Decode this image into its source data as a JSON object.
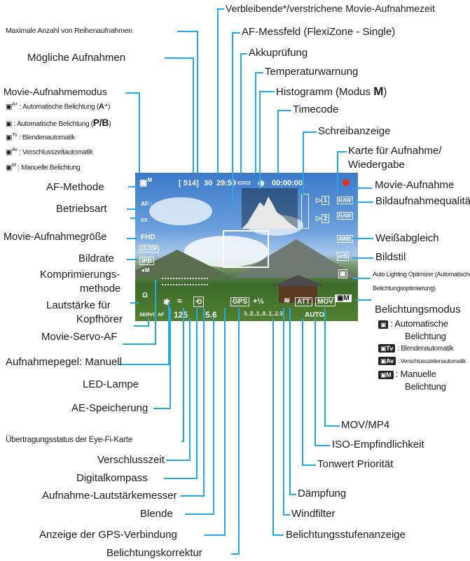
{
  "labels_left": {
    "max_burst": "Maximale Anzahl von Reihenaufnahmen",
    "possible_shots": "Mögliche Aufnahmen",
    "movie_mode": "Movie-Aufnahmemodus",
    "mode_auto_plus": "Automatische Belichtung (",
    "mode_auto_pb": "Automatische Belichtung (",
    "mode_pb_value": "P/B",
    "mode_av": "Blendenautomatik",
    "mode_tv": "Verschlusszeitautomatik",
    "mode_m": "Manuelle Belichtung",
    "af_method": "AF-Methode",
    "drive_mode": "Betriebsart",
    "movie_size": "Movie-Aufnahmegröße",
    "frame_rate": "Bildrate",
    "compression_1": "Komprimierungs-",
    "compression_2": "methode",
    "headphone_1": "Lautstärke für",
    "headphone_2": "Kopfhörer",
    "servo_af": "Movie-Servo-AF",
    "rec_level": "Aufnahmepegel: Manuell",
    "led": "LED-Lampe",
    "ae_lock": "AE-Speicherung",
    "eyefi": "Übertragungsstatus der Eye-Fi-Karte",
    "shutter": "Verschlusszeit",
    "compass": "Digitalkompass",
    "level_meter": "Aufnahme-Lautstärkemesser",
    "aperture": "Blende",
    "gps": "Anzeige der GPS-Verbindung",
    "exp_comp": "Belichtungskorrektur"
  },
  "labels_top": {
    "remaining_time": "Verbleibende*/verstrichene Movie-Aufnahmezeit",
    "af_point": "AF-Messfeld (FlexiZone - Single)",
    "battery": "Akkuprüfung",
    "temp": "Temperaturwarnung",
    "histogram": "Histogramm (Modus ",
    "histogram_m": "M",
    "timecode": "Timecode",
    "writing": "Schreibanzeige",
    "card_1": "Karte für Aufnahme/",
    "card_2": "Wiedergabe"
  },
  "labels_right": {
    "movie_rec": "Movie-Aufnahme",
    "quality": "Bildaufnahmequalität",
    "wb": "Weißabgleich",
    "style": "Bildstil",
    "alo": "Auto Lighting Optimizer (Automatische",
    "alo_2": "Belichtungsoptimierung)",
    "exposure_mode": "Belichtungsmodus",
    "em_auto_1": "Automatische",
    "em_auto_2": "Belichtung",
    "em_av": "Blendenautomatik",
    "em_tv": "Verschlusszeitenautomatik",
    "em_m_1": "Manuelle",
    "em_m_2": "Belichtung"
  },
  "labels_bottom": {
    "movmp4": "MOV/MP4",
    "iso": "ISO-Empfindlichkeit",
    "tone": "Tonwert Priorität",
    "attenuator": "Dämpfung",
    "wind": "Windfilter",
    "exp_scale": "Belichtungsstufenanzeige"
  },
  "osd": {
    "shots": "514",
    "burst": "30",
    "time": "29:59",
    "timecode": "00:00:00.",
    "af": "AF□",
    "fhd": "FHD",
    "fps": "25.00P",
    "ipb": "IPB",
    "servo": "SERVO AF",
    "shutter": "125",
    "aperture": "5.6",
    "gps": "GPS",
    "comp": "+⅓",
    "scale": "3..2..1..0..1..2.3",
    "att": "ATT",
    "mov": "MOV",
    "iso": "AUTO",
    "awb": "AWB",
    "raw": "RAW"
  },
  "colors": {
    "leader": "#25a9e0",
    "rec": "#e5312a"
  },
  "icons": [
    "movie-camera-icon",
    "battery-icon",
    "thermometer-icon",
    "gps-icon",
    "wind-icon",
    "rec-dot-icon"
  ]
}
